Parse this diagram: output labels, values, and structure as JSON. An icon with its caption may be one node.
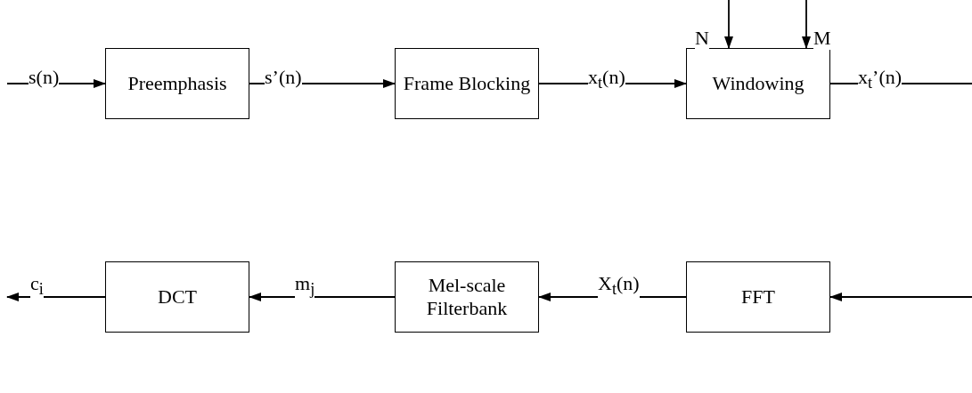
{
  "diagram": {
    "nodes": [
      {
        "text": [
          "Preemphasis"
        ]
      },
      {
        "text": [
          "Frame Blocking"
        ]
      },
      {
        "text": [
          "Windowing"
        ]
      },
      {
        "text": [
          "DCT"
        ]
      },
      {
        "text": [
          "Mel-scale Filterbank"
        ]
      },
      {
        "text": [
          "FFT"
        ]
      }
    ],
    "edges": [
      {
        "from": null,
        "to": 0,
        "arrow": "to",
        "label": "s(n)"
      },
      {
        "from": 0,
        "to": 1,
        "arrow": "to",
        "label": "s’(n)"
      },
      {
        "from": 1,
        "to": 2,
        "arrow": "to",
        "label": "x$_{t}$(n)"
      },
      {
        "from": null,
        "to": 2,
        "arrow": "to",
        "label": "N"
      },
      {
        "from": null,
        "to": 2,
        "arrow": "to",
        "label": "M"
      },
      {
        "from": 2,
        "to": null,
        "arrow": "none",
        "label": "x$_{t}$’(n)"
      },
      {
        "from": null,
        "to": 5,
        "arrow": "to"
      },
      {
        "from": 5,
        "to": 4,
        "arrow": "to",
        "label": "X$_{t}$(n)"
      },
      {
        "from": 4,
        "to": 3,
        "arrow": "to",
        "label": "m$_{j}$"
      },
      {
        "from": 3,
        "to": null,
        "arrow": "to",
        "label": "c$_{i}$"
      }
    ]
  }
}
